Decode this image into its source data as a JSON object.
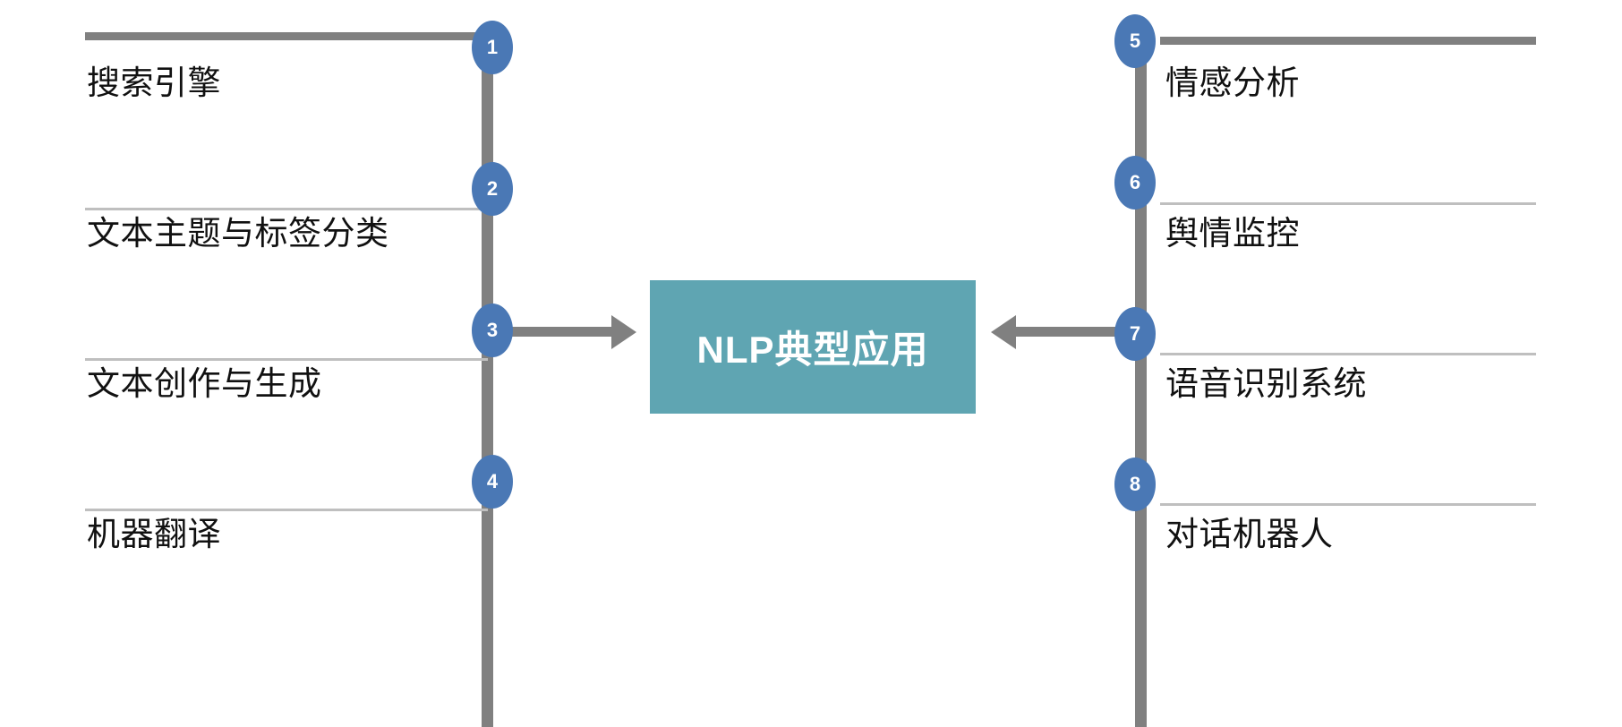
{
  "center": {
    "label": "NLP典型应用",
    "box_color": "#5FA5B2",
    "text_color": "#ffffff"
  },
  "theme": {
    "badge_color": "#4A78B5",
    "rail_color": "#808080",
    "rule_light": "#bfbfbf",
    "rule_dark": "#808080",
    "background": "#ffffff"
  },
  "left_column": {
    "items": [
      {
        "number": "1",
        "label": "搜索引擎"
      },
      {
        "number": "2",
        "label": "文本主题与标签分类"
      },
      {
        "number": "3",
        "label": "文本创作与生成"
      },
      {
        "number": "4",
        "label": "机器翻译"
      }
    ]
  },
  "right_column": {
    "items": [
      {
        "number": "5",
        "label": "情感分析"
      },
      {
        "number": "6",
        "label": "舆情监控"
      },
      {
        "number": "7",
        "label": "语音识别系统"
      },
      {
        "number": "8",
        "label": "对话机器人"
      }
    ]
  },
  "arrows": [
    {
      "name": "left-to-center",
      "direction": "right"
    },
    {
      "name": "right-to-center",
      "direction": "left"
    }
  ]
}
